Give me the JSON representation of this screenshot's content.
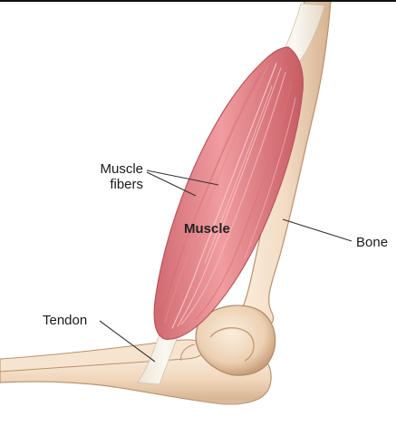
{
  "labels": {
    "muscle_fibers_line1": "Muscle",
    "muscle_fibers_line2": "fibers",
    "muscle": "Muscle",
    "bone": "Bone",
    "tendon": "Tendon"
  },
  "colors": {
    "muscle": "#e37b7f",
    "muscle_light": "#f2a7a8",
    "muscle_dark": "#c65c63",
    "bone": "#f3dcc4",
    "bone_shadow": "#d9b89a",
    "tendon": "#f2ede3",
    "leader_line": "#333333"
  }
}
